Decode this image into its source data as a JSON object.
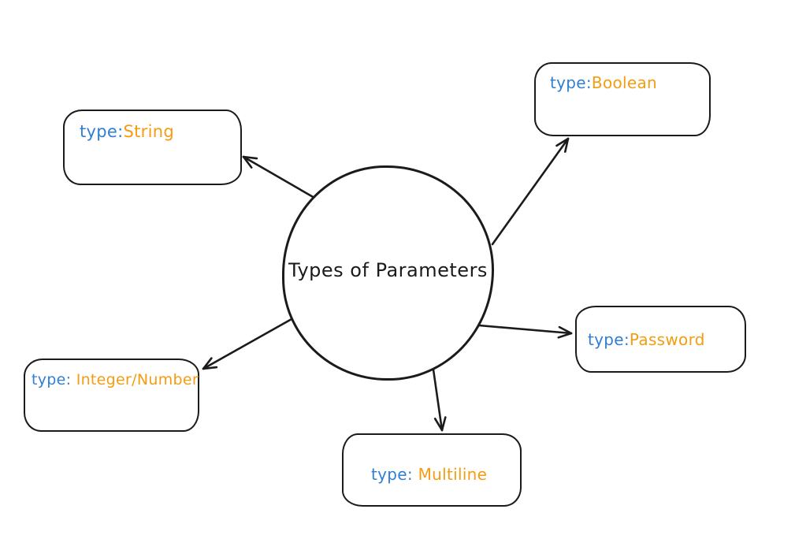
{
  "canvas": {
    "background": "#ffffff",
    "stroke_color": "#1b1b1b",
    "type_prefix_color": "#2f7fd4",
    "type_value_color": "#f49c12"
  },
  "center_node": {
    "label": "Types of Parameters"
  },
  "nodes": [
    {
      "id": "string",
      "prefix": "type:",
      "value": "String"
    },
    {
      "id": "boolean",
      "prefix": "type:",
      "value": "Boolean"
    },
    {
      "id": "password",
      "prefix": "type:",
      "value": "Password"
    },
    {
      "id": "multiline",
      "prefix": "type: ",
      "value": "Multiline"
    },
    {
      "id": "integer",
      "prefix": "type: ",
      "value": "Integer/Number"
    }
  ],
  "edges": [
    {
      "from": "center",
      "to": "string"
    },
    {
      "from": "center",
      "to": "boolean"
    },
    {
      "from": "center",
      "to": "password"
    },
    {
      "from": "center",
      "to": "multiline"
    },
    {
      "from": "center",
      "to": "integer"
    }
  ]
}
